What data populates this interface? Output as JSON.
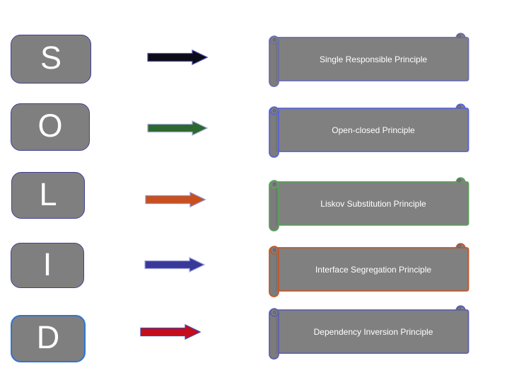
{
  "diagram": "SOLID principles",
  "rows": [
    {
      "letter": "S",
      "principle": "Single Responsible Principle",
      "arrow_fill": "#0c0c18",
      "arrow_stroke": "#4646a6",
      "scroll_stroke": "#6a6eaa",
      "box_stroke": "#404093"
    },
    {
      "letter": "O",
      "principle": "Open-closed Principle",
      "arrow_fill": "#2d682e",
      "arrow_stroke": "#a6acda",
      "scroll_stroke": "#5a64d4",
      "box_stroke": "#404093"
    },
    {
      "letter": "L",
      "principle": "Liskov Substitution Principle",
      "arrow_fill": "#c94f1e",
      "arrow_stroke": "#8c8cc4",
      "scroll_stroke": "#5ba05b",
      "box_stroke": "#404093"
    },
    {
      "letter": "I",
      "principle": "Interface Segregation Principle",
      "arrow_fill": "#39399b",
      "arrow_stroke": "#a2a8d8",
      "scroll_stroke": "#c2592a",
      "box_stroke": "#404093"
    },
    {
      "letter": "D",
      "principle": "Dependency Inversion Principle",
      "arrow_fill": "#c50d1c",
      "arrow_stroke": "#4444a2",
      "scroll_stroke": "#5c60ab",
      "box_stroke": "#2e75d3"
    }
  ],
  "colors": {
    "background": "#ffffff",
    "box_fill": "#7f7f7f",
    "scroll_fill": "#808080",
    "text_color": "#ffffff"
  }
}
